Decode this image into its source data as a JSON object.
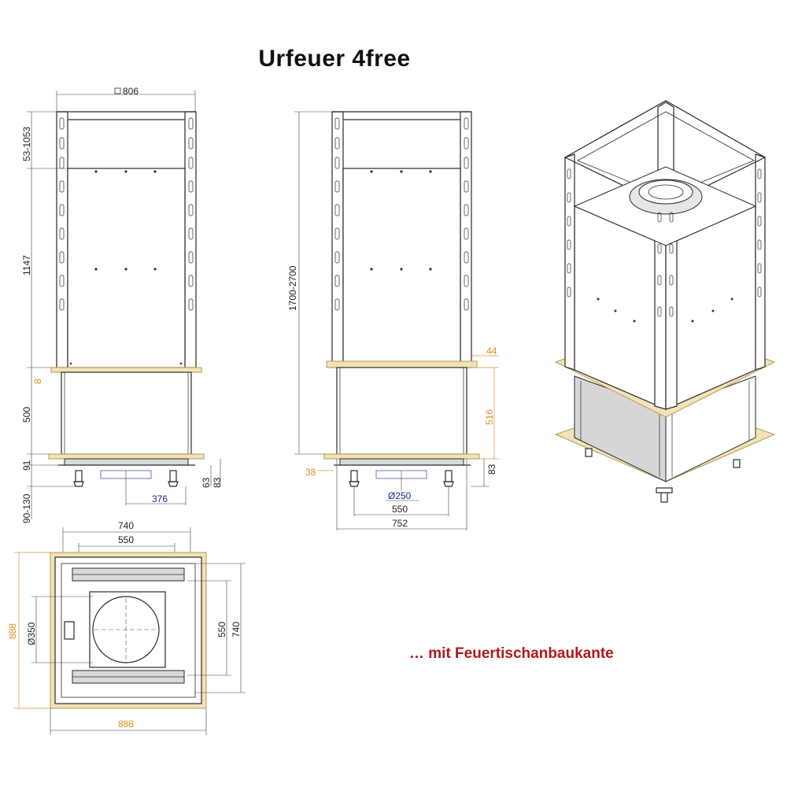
{
  "title": "Urfeuer 4free",
  "subtitle": "… mit Feuertischanbaukante",
  "colors": {
    "line": "#2a2a2a",
    "orange_dim": "#d9901a",
    "blue_dim": "#1a2a90",
    "subtitle": "#b01818",
    "tan": "#f1e3b8"
  },
  "front_view": {
    "width": "806",
    "top_range": "53-1053",
    "height_upper": "1147",
    "flange": "8",
    "lower_body": "500",
    "base": "91",
    "feet": "90-130",
    "d63": "63",
    "d83": "83",
    "bottom_width": "376"
  },
  "side_view": {
    "total_height": "1700-2700",
    "d44": "44",
    "d516": "516",
    "d83": "83",
    "d38": "38",
    "outlet": "Ø250",
    "width_550": "550",
    "width_752": "752"
  },
  "top_view": {
    "w740": "740",
    "w550": "550",
    "h888": "888",
    "diameter": "Ø350",
    "h550": "550",
    "h740": "740",
    "w888": "888"
  }
}
